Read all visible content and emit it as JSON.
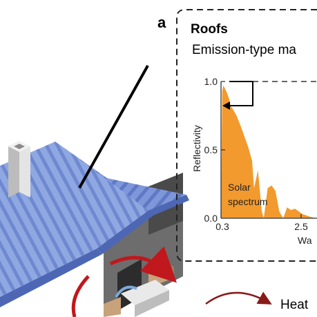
{
  "panel": {
    "letter": "a",
    "title": "Roofs",
    "subtitle": "Emission-type ma"
  },
  "chart": {
    "ylabel": "Reflectivity",
    "xlabel": "Wa",
    "y_ticks": [
      "1.0",
      "0.5",
      "0.0"
    ],
    "x_ticks": [
      "0.3",
      "2.5"
    ],
    "series_label_line1": "Solar",
    "series_label_line2": "spectrum"
  },
  "chart_data": {
    "type": "area",
    "title": "",
    "xlabel": "Wa",
    "ylabel": "Reflectivity",
    "xlim": [
      0.3,
      3.0
    ],
    "ylim": [
      0.0,
      1.0
    ],
    "y_ticks": [
      0.0,
      0.5,
      1.0
    ],
    "x_ticks": [
      0.3,
      2.5
    ],
    "series": [
      {
        "name": "Solar spectrum",
        "x": [
          0.3,
          0.33,
          0.36,
          0.4,
          0.45,
          0.5,
          0.55,
          0.6,
          0.7,
          0.8,
          0.9,
          1.0,
          1.1,
          1.15,
          1.25,
          1.35,
          1.4,
          1.5,
          1.6,
          1.7,
          1.8,
          1.9,
          2.0,
          2.1,
          2.2,
          2.3,
          2.4,
          2.5,
          2.6,
          2.75,
          2.85,
          3.0
        ],
        "y": [
          0.0,
          0.93,
          0.97,
          0.95,
          0.92,
          0.88,
          0.82,
          0.8,
          0.75,
          0.68,
          0.6,
          0.52,
          0.42,
          0.22,
          0.35,
          0.05,
          0.0,
          0.22,
          0.24,
          0.2,
          0.05,
          0.0,
          0.08,
          0.06,
          0.07,
          0.05,
          0.03,
          0.02,
          0.01,
          0.0,
          0.04,
          0.02
        ]
      }
    ],
    "reference_line": {
      "y": 1.0,
      "style": "dashed"
    }
  },
  "legend": {
    "heat_label": "Heat"
  },
  "colors": {
    "spectrum": "#f29a2e",
    "roof_light": "#8fa8e2",
    "roof_dark": "#5f79c4",
    "wall": "#6d6d6d",
    "arrow": "#c0181c",
    "chimney": "#d9d9d9"
  }
}
